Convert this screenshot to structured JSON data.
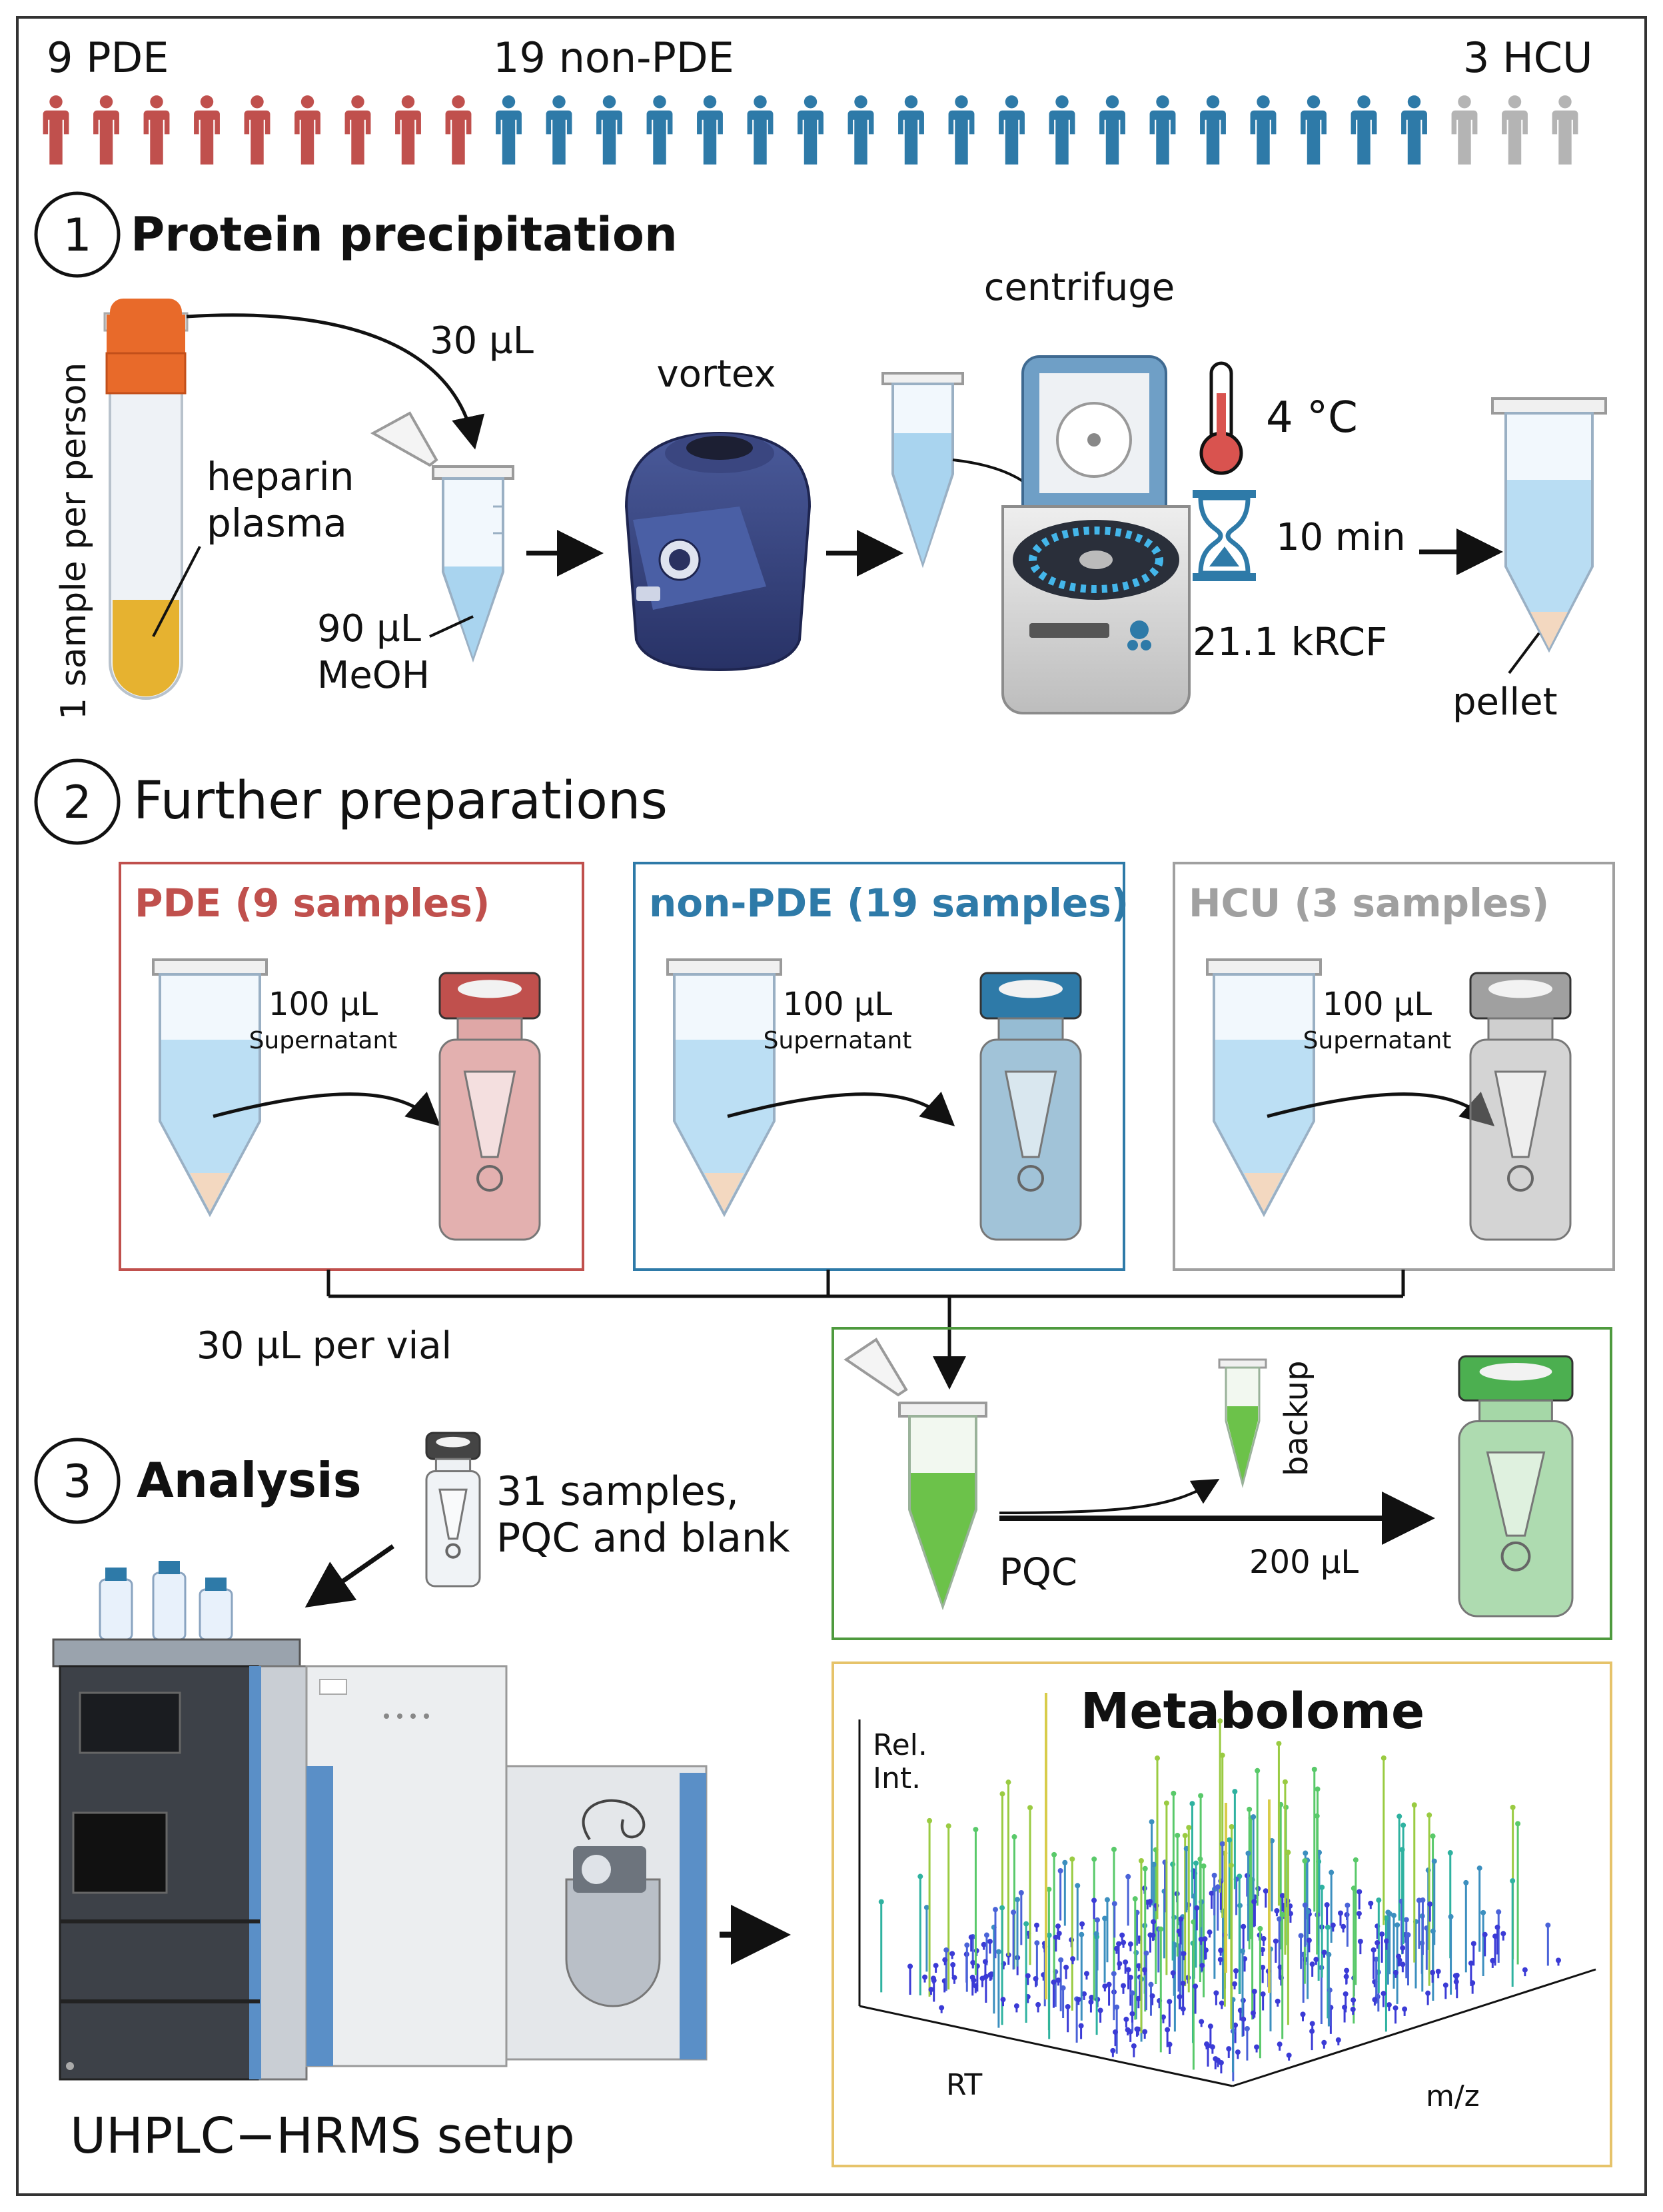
{
  "cohort": {
    "pde": {
      "label": "9 PDE",
      "count": 9,
      "color": "#c0504d"
    },
    "non_pde": {
      "label": "19 non-PDE",
      "count": 19,
      "color": "#2e7aa8"
    },
    "hcu": {
      "label": "3 HCU",
      "count": 3,
      "color": "#b4b4b4"
    }
  },
  "step1": {
    "number": "1",
    "title": "Protein precipitation",
    "sample_label": "1 sample per person",
    "plasma_line1": "heparin",
    "plasma_line2": "plasma",
    "volume_plasma": "30 µL",
    "meoh_line1": "90 µL",
    "meoh_line2": "MeOH",
    "vortex": "vortex",
    "centrifuge": "centrifuge",
    "temperature": "4 °C",
    "duration": "10 min",
    "force": "21.1 kRCF",
    "pellet": "pellet"
  },
  "step2": {
    "number": "2",
    "title": "Further preparations",
    "groups": [
      {
        "title": "PDE (9 samples)",
        "volume": "100 µL",
        "transfer": "Supernatant",
        "color": "#c0504d"
      },
      {
        "title": "non-PDE (19 samples)",
        "volume": "100 µL",
        "transfer": "Supernatant",
        "color": "#2e7aa8"
      },
      {
        "title": "HCU (3 samples)",
        "volume": "100 µL",
        "transfer": "Supernatant",
        "color": "#a0a0a0"
      }
    ],
    "pool_volume": "30 µL per vial",
    "pqc_label": "PQC",
    "backup_label": "backup",
    "pqc_volume": "200 µL"
  },
  "step3": {
    "number": "3",
    "title": "Analysis",
    "samples_line1": "31 samples,",
    "samples_line2": "PQC and blank",
    "instrument": "UHPLC−HRMS setup"
  },
  "metabolome": {
    "title": "Metabolome",
    "y_label_line1": "Rel.",
    "y_label_line2": "Int.",
    "x_label": "RT",
    "z_label": "m/z"
  },
  "colors": {
    "pde": "#c0504d",
    "non_pde": "#2e7aa8",
    "hcu": "#a0a0a0",
    "pqc": "#4caf50",
    "metabolome_frame": "#e6c36a"
  }
}
